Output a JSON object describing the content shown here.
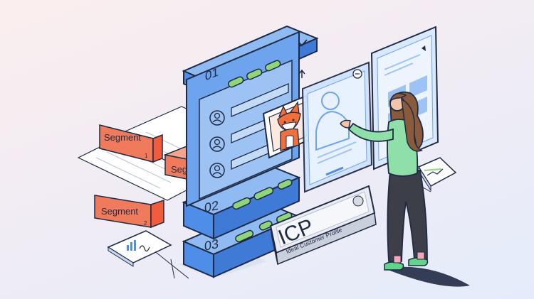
{
  "scene": {
    "segment_tag_1": {
      "label": "Segment",
      "index": "1"
    },
    "segment_tag_2": {
      "label": "Segment",
      "index": "2"
    },
    "segment_tag_3": {
      "label": "Seg"
    },
    "stack_row_1": {
      "number": "01"
    },
    "stack_row_2": {
      "number": "02"
    },
    "stack_row_3": {
      "number": "03"
    },
    "icp_sign": {
      "title": "ICP",
      "subtitle": "Ideal Customer Profile"
    }
  },
  "colors": {
    "panel_blue": "#4f8ee8",
    "panel_blue_light": "#8fbaf2",
    "pill_green": "#8fd67a",
    "tag_orange": "#f07a5c",
    "fox_orange": "#f0703c",
    "shirt_green": "#8fe0a8",
    "ink": "#1f2a44"
  }
}
